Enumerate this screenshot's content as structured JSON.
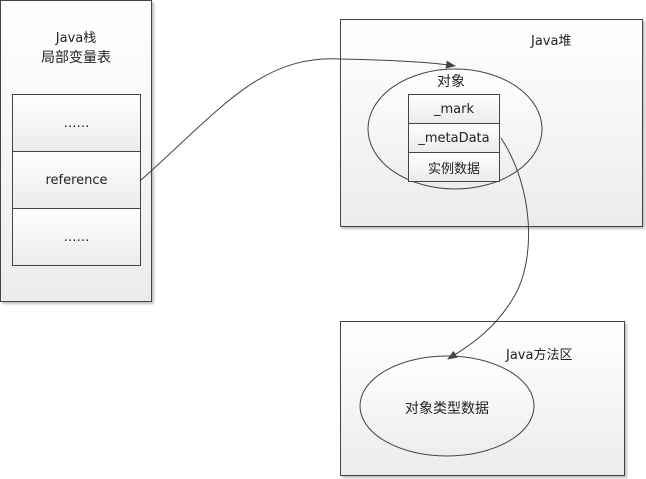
{
  "stack": {
    "title": "Java栈",
    "subtitle": "局部变量表",
    "slots": [
      "……",
      "reference",
      "……"
    ]
  },
  "heap": {
    "title": "Java堆",
    "object_label": "对象",
    "fields": [
      "_mark",
      "_metaData",
      "实例数据"
    ]
  },
  "method_area": {
    "title": "Java方法区",
    "type_data_label": "对象类型数据"
  },
  "arrows": [
    {
      "from": "reference",
      "to": "对象"
    },
    {
      "from": "_metaData",
      "to": "对象类型数据"
    }
  ]
}
